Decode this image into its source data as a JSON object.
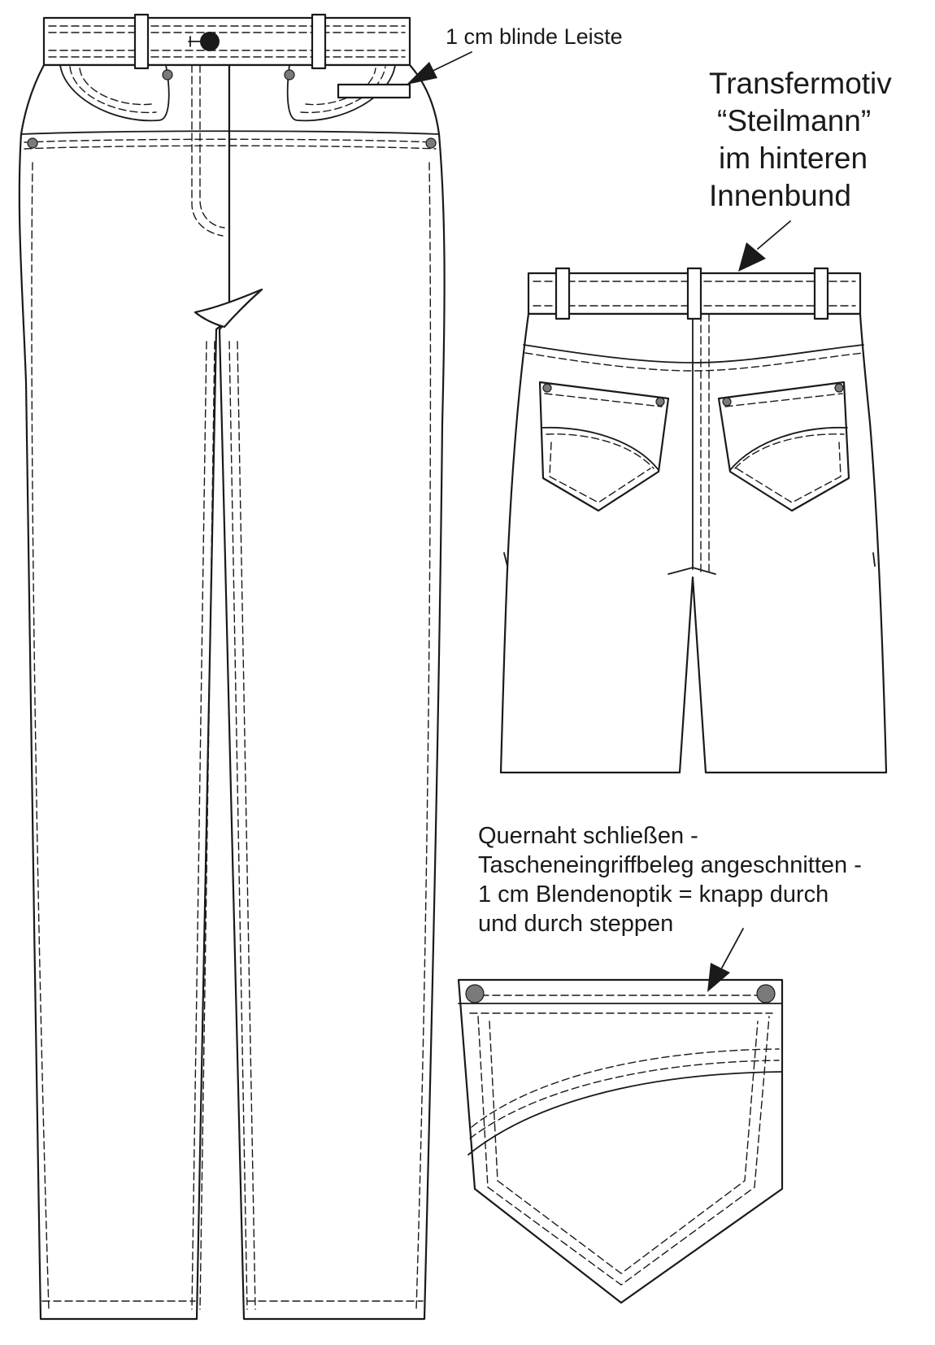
{
  "labels": {
    "blind_strip": "1 cm blinde Leiste",
    "transfer_motif": [
      "Transfermotiv",
      "“Steilmann”",
      "im hinteren",
      "Innenbund"
    ],
    "pocket_note": [
      "Quernaht schließen -",
      "Tascheneingriffbeleg angeschnitten -",
      "1 cm Blendenoptik = knapp durch",
      "und durch steppen"
    ]
  },
  "colors": {
    "line": "#1a1a1a",
    "rivet": "#7a7a7a",
    "background": "#ffffff"
  }
}
